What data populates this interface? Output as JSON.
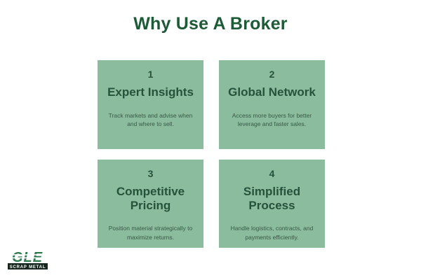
{
  "title": "Why Use A Broker",
  "cards": [
    {
      "number": "1",
      "heading": "Expert Insights",
      "description": "Track markets and advise when and where to sell."
    },
    {
      "number": "2",
      "heading": "Global Network",
      "description": "Access more buyers for better leverage and faster sales."
    },
    {
      "number": "3",
      "heading": "Competitive Pricing",
      "description": "Position material strategically to maximize returns."
    },
    {
      "number": "4",
      "heading": "Simplified Process",
      "description": "Handle logistics, contracts, and payments efficiently."
    }
  ],
  "logo": {
    "name": "GLE",
    "tagline": "SCRAP METAL"
  },
  "colors": {
    "title_green": "#1d5b37",
    "card_background": "#8abc9d",
    "card_text": "#26523b",
    "card_description": "#3a5a48",
    "logo_green": "#2e7a4e",
    "logo_bar": "#16281e",
    "logo_tagline_text": "#ffffff",
    "page_background": "#ffffff"
  }
}
